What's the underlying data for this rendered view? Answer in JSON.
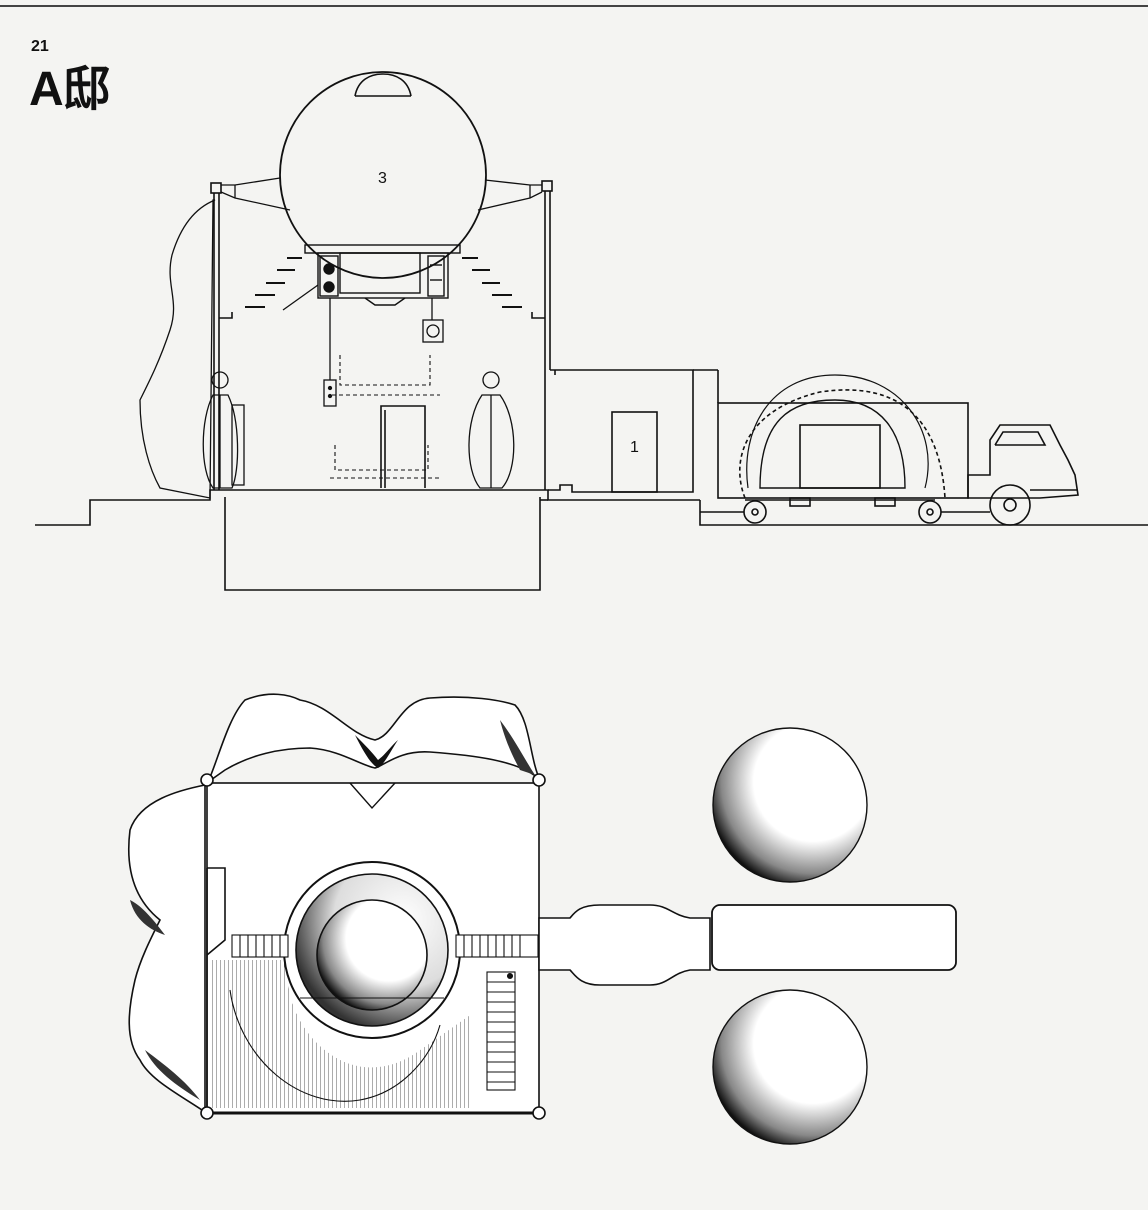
{
  "page": {
    "number": "21",
    "title": "A邸"
  },
  "section": {
    "labels": {
      "sphere_room": "3",
      "door_room": "1"
    }
  },
  "colors": {
    "ink": "#111111",
    "paper": "#f4f4f2",
    "rule": "#444444"
  }
}
